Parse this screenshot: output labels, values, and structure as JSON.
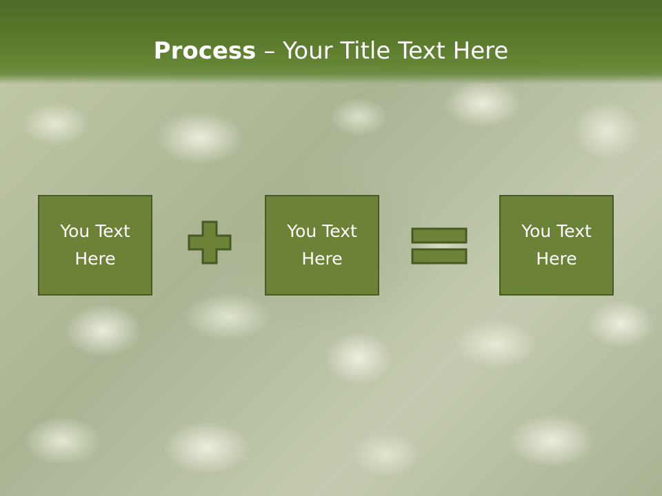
{
  "slide": {
    "title_bold": "Process",
    "title_dash": " – ",
    "title_rest": "Your Title Text Here",
    "boxes": [
      {
        "label": "You Text Here"
      },
      {
        "label": "You Text Here"
      },
      {
        "label": "You Text Here"
      }
    ],
    "operators": [
      "plus-icon",
      "equals-icon"
    ]
  },
  "colors": {
    "header": "#5a7a2c",
    "box_fill": "#6b8237",
    "box_border": "#465a24",
    "text": "#ffffff"
  }
}
